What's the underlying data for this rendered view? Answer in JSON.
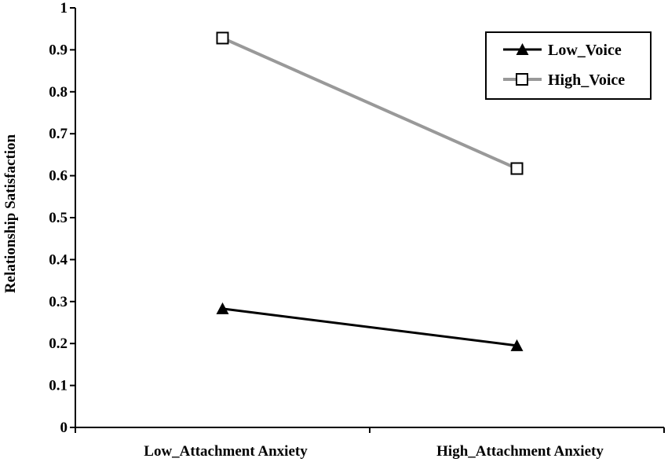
{
  "chart_data": {
    "type": "line",
    "title": "",
    "xlabel": "",
    "ylabel": "Relationship Satisfaction",
    "categories": [
      "Low_Attachment Anxiety",
      "High_Attachment Anxiety"
    ],
    "ylim": [
      0,
      1
    ],
    "yticks": [
      0,
      0.1,
      0.2,
      0.3,
      0.4,
      0.5,
      0.6,
      0.7,
      0.8,
      0.9,
      1
    ],
    "ytick_labels": [
      "0",
      "0.1",
      "0.2",
      "0.3",
      "0.4",
      "0.5",
      "0.6",
      "0.7",
      "0.8",
      "0.9",
      "1"
    ],
    "grid": false,
    "legend_position": "top-right",
    "series": [
      {
        "name": "Low_Voice",
        "values": [
          0.283,
          0.195
        ],
        "color": "#000000",
        "marker": "filled-triangle"
      },
      {
        "name": "High_Voice",
        "values": [
          0.928,
          0.617
        ],
        "color": "#999999",
        "marker": "hollow-square"
      }
    ]
  }
}
